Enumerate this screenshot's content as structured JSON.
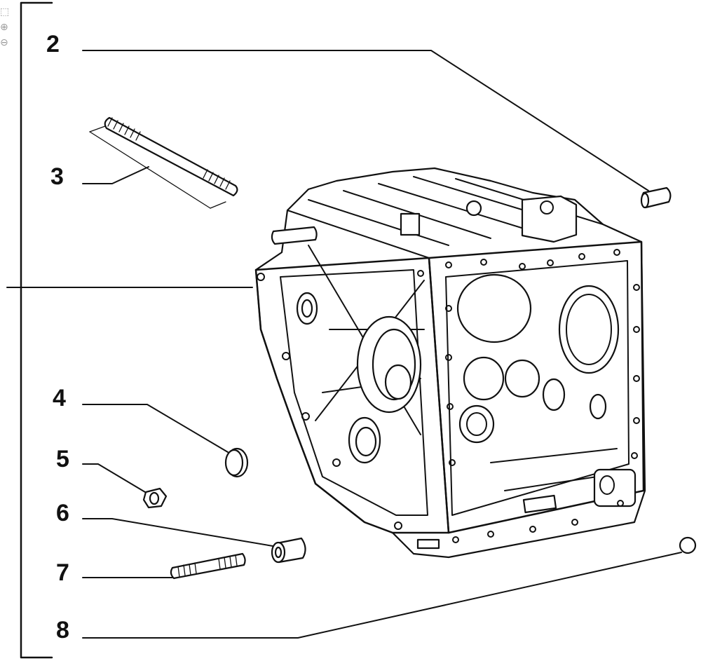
{
  "diagram": {
    "callouts": [
      {
        "id": "2",
        "label": "2"
      },
      {
        "id": "3",
        "label": "3"
      },
      {
        "id": "4",
        "label": "4"
      },
      {
        "id": "5",
        "label": "5"
      },
      {
        "id": "6",
        "label": "6"
      },
      {
        "id": "7",
        "label": "7"
      },
      {
        "id": "8",
        "label": "8"
      }
    ]
  },
  "toolbar": {
    "icons": [
      "select-icon",
      "zoom-in-icon",
      "zoom-out-icon"
    ]
  }
}
